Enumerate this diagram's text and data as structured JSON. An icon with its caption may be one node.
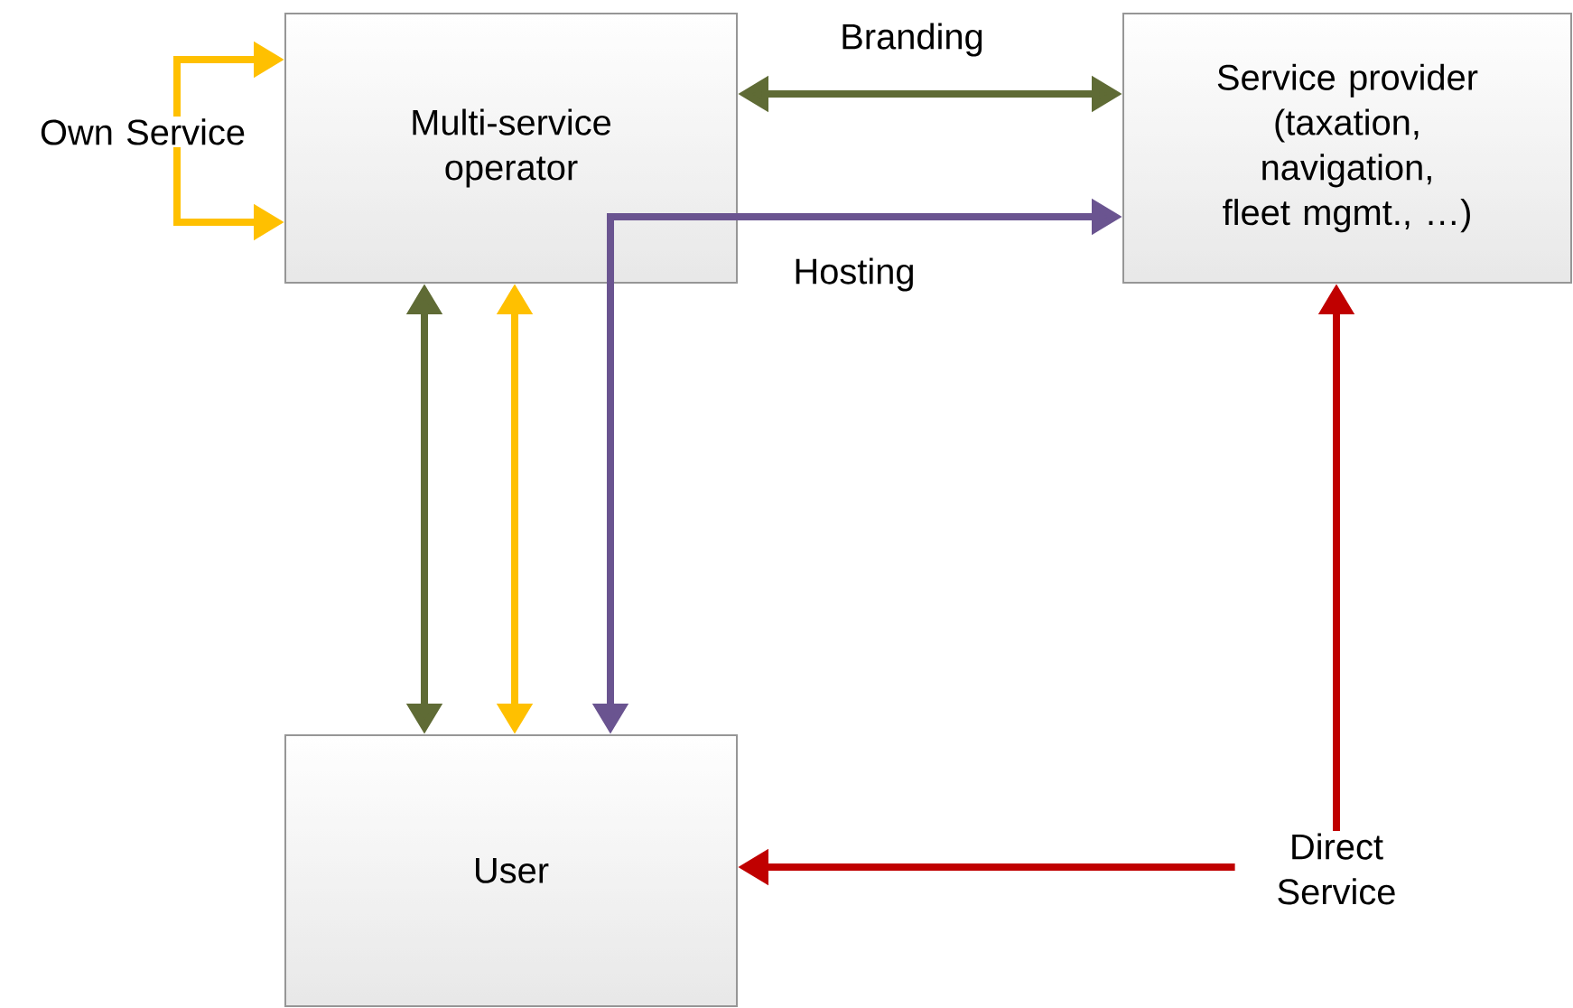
{
  "diagram": {
    "nodes": [
      {
        "text": [
          "Multi-service operator"
        ]
      },
      {
        "text": [
          "Service provider (taxation, navigation, fleet mgmt., …)"
        ]
      },
      {
        "text": [
          "User"
        ]
      },
      {
        "text": [
          "Own Service"
        ]
      },
      {
        "text": [
          "Direct Service"
        ]
      }
    ],
    "edges": [
      {
        "from": 0,
        "to": 1,
        "arrow": "both",
        "label": "Branding",
        "color": "#5f6b35"
      },
      {
        "from": 0,
        "to": 1,
        "arrow": "to",
        "label": "Hosting",
        "color": "#6a5490"
      },
      {
        "from": 0,
        "to": 2,
        "arrow": "to",
        "color": "#6a5490"
      },
      {
        "from": 0,
        "to": 2,
        "arrow": "both",
        "color": "#5f6b35"
      },
      {
        "from": 0,
        "to": 2,
        "arrow": "both"
      },
      {
        "from": 3,
        "to": 0,
        "arrow": "to"
      },
      {
        "from": 3,
        "to": 0,
        "arrow": "to"
      },
      {
        "from": 4,
        "to": 1,
        "arrow": "to",
        "color": "#c00000"
      },
      {
        "from": 4,
        "to": 2,
        "arrow": "to",
        "color": "#c00000"
      }
    ]
  }
}
